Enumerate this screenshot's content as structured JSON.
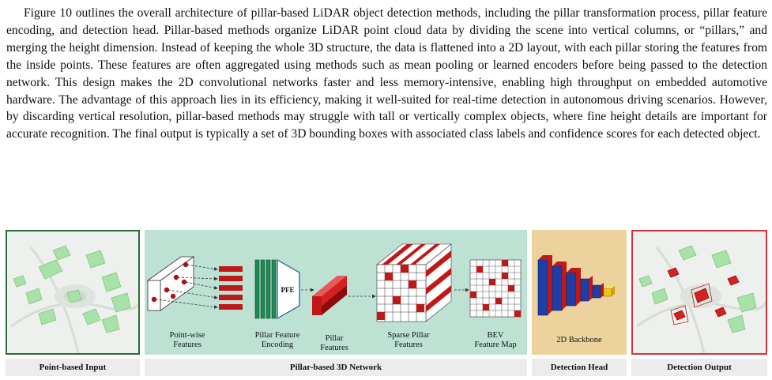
{
  "paragraph": {
    "text": "Figure 10 outlines the overall architecture of pillar-based LiDAR object detection methods, including the pillar transformation process, pillar feature encoding, and detection head. Pillar-based methods organize LiDAR point cloud data by dividing the scene into vertical columns, or “pillars,” and merging the height dimension. Instead of keeping the whole 3D structure, the data is flattened into a 2D layout, with each pillar storing the features from the inside points. These features are often aggregated using methods such as mean pooling or learned encoders before being passed to the detection network. This design makes the 2D convolutional networks faster and less memory-intensive, enabling high throughput on embedded automotive hardware. The advantage of this approach lies in its efficiency, making it well-suited for real-time detection in autonomous driving scenarios. However, by discarding vertical resolution, pillar-based methods may struggle with tall or vertically complex objects, where fine height details are important for accurate recognition. The final output is typically a set of 3D bounding boxes with associated class labels and confidence scores for each detected object."
  },
  "figure": {
    "stages": {
      "pointwise": [
        "Point-wise",
        "Features"
      ],
      "pfe_stage": [
        "Pillar Feature",
        "Encoding"
      ],
      "pillar": [
        "Pillar",
        "Features"
      ],
      "sparse": [
        "Sparse Pillar",
        "Features"
      ],
      "bev": [
        "BEV",
        "Feature Map"
      ],
      "backbone": "2D Backbone"
    },
    "pfe_label": "PFE",
    "sections": {
      "input": "Point-based Input",
      "network": "Pillar-based 3D Network",
      "head": "Detection Head",
      "output": "Detection Output"
    },
    "colors": {
      "input_border": "#2e6b3a",
      "output_border": "#d8323a",
      "network_bg": "#bde2d4",
      "head_bg": "#ecd39e",
      "pillar_red": "#c01818",
      "encoder_green": "#1f8a55",
      "backbone_blue": "#1c3fa8",
      "backbone_yellow": "#f2c318"
    }
  }
}
